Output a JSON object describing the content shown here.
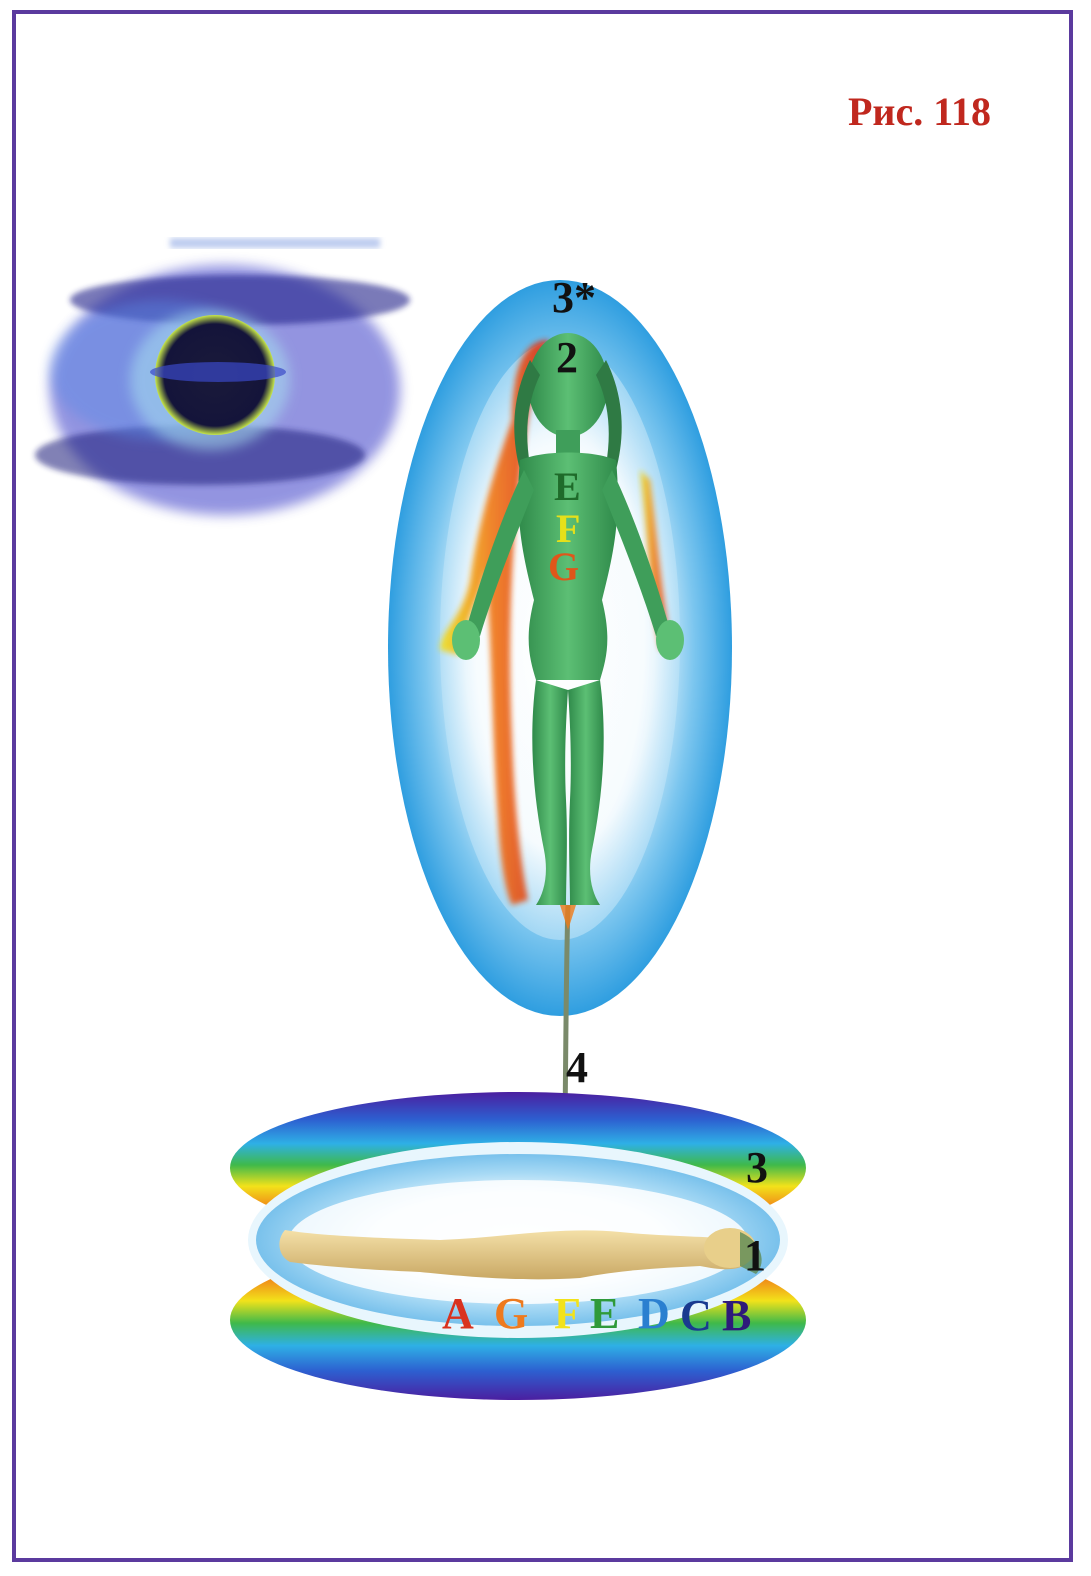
{
  "figure": {
    "label": "Рис. 118"
  },
  "markers": {
    "m3_star": "3*",
    "m2": "2",
    "m4": "4",
    "m3": "3",
    "m1": "1"
  },
  "astral_letters": [
    {
      "text": "E",
      "color": "#1f6b2a"
    },
    {
      "text": "F",
      "color": "#e6e01a"
    },
    {
      "text": "G",
      "color": "#e0561a"
    }
  ],
  "physical_letters": [
    {
      "text": "A",
      "color": "#d9321e"
    },
    {
      "text": "G",
      "color": "#ee7a1e"
    },
    {
      "text": "F",
      "color": "#f2e21a"
    },
    {
      "text": "E",
      "color": "#2f9a3a"
    },
    {
      "text": "D",
      "color": "#2a7fd0"
    },
    {
      "text": "C",
      "color": "#1a3a8f"
    },
    {
      "text": "B",
      "color": "#2e1a7a"
    }
  ],
  "colors": {
    "frame": "#5b3a9e",
    "label": "#c0281e",
    "aura_blue": "#3aa6e6",
    "astral_body": "#3f9e5a",
    "physical_body": "#e8cf8a"
  }
}
